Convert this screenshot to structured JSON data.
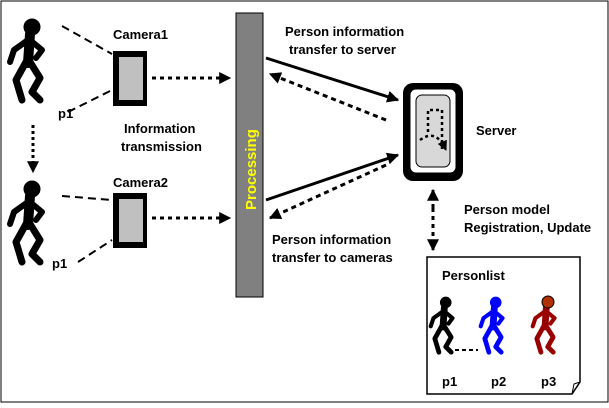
{
  "labels": {
    "camera1": "Camera1",
    "camera2": "Camera2",
    "info_transmission_1": "Information",
    "info_transmission_2": "transmission",
    "processing": "Processing",
    "to_server_1": "Person information",
    "to_server_2": "transfer to server",
    "server": "Server",
    "to_cameras_1": "Person information",
    "to_cameras_2": "transfer to cameras",
    "model_1": "Person model",
    "model_2": "Registration, Update",
    "personlist": "Personlist",
    "p1_top": "p1",
    "p1_bottom": "p1",
    "list_p1": "p1",
    "list_p2": "p2",
    "list_p3": "p3"
  },
  "colors": {
    "processing_bar": "#808080",
    "processing_text": "#ffff00",
    "person_p1": "#000000",
    "person_p2": "#0000ff",
    "person_p3": "#990000",
    "person_p3_head": "#b03000"
  },
  "icons": {
    "camera": "camera-icon",
    "server": "server-icon",
    "person": "person-icon",
    "document": "document-icon"
  }
}
